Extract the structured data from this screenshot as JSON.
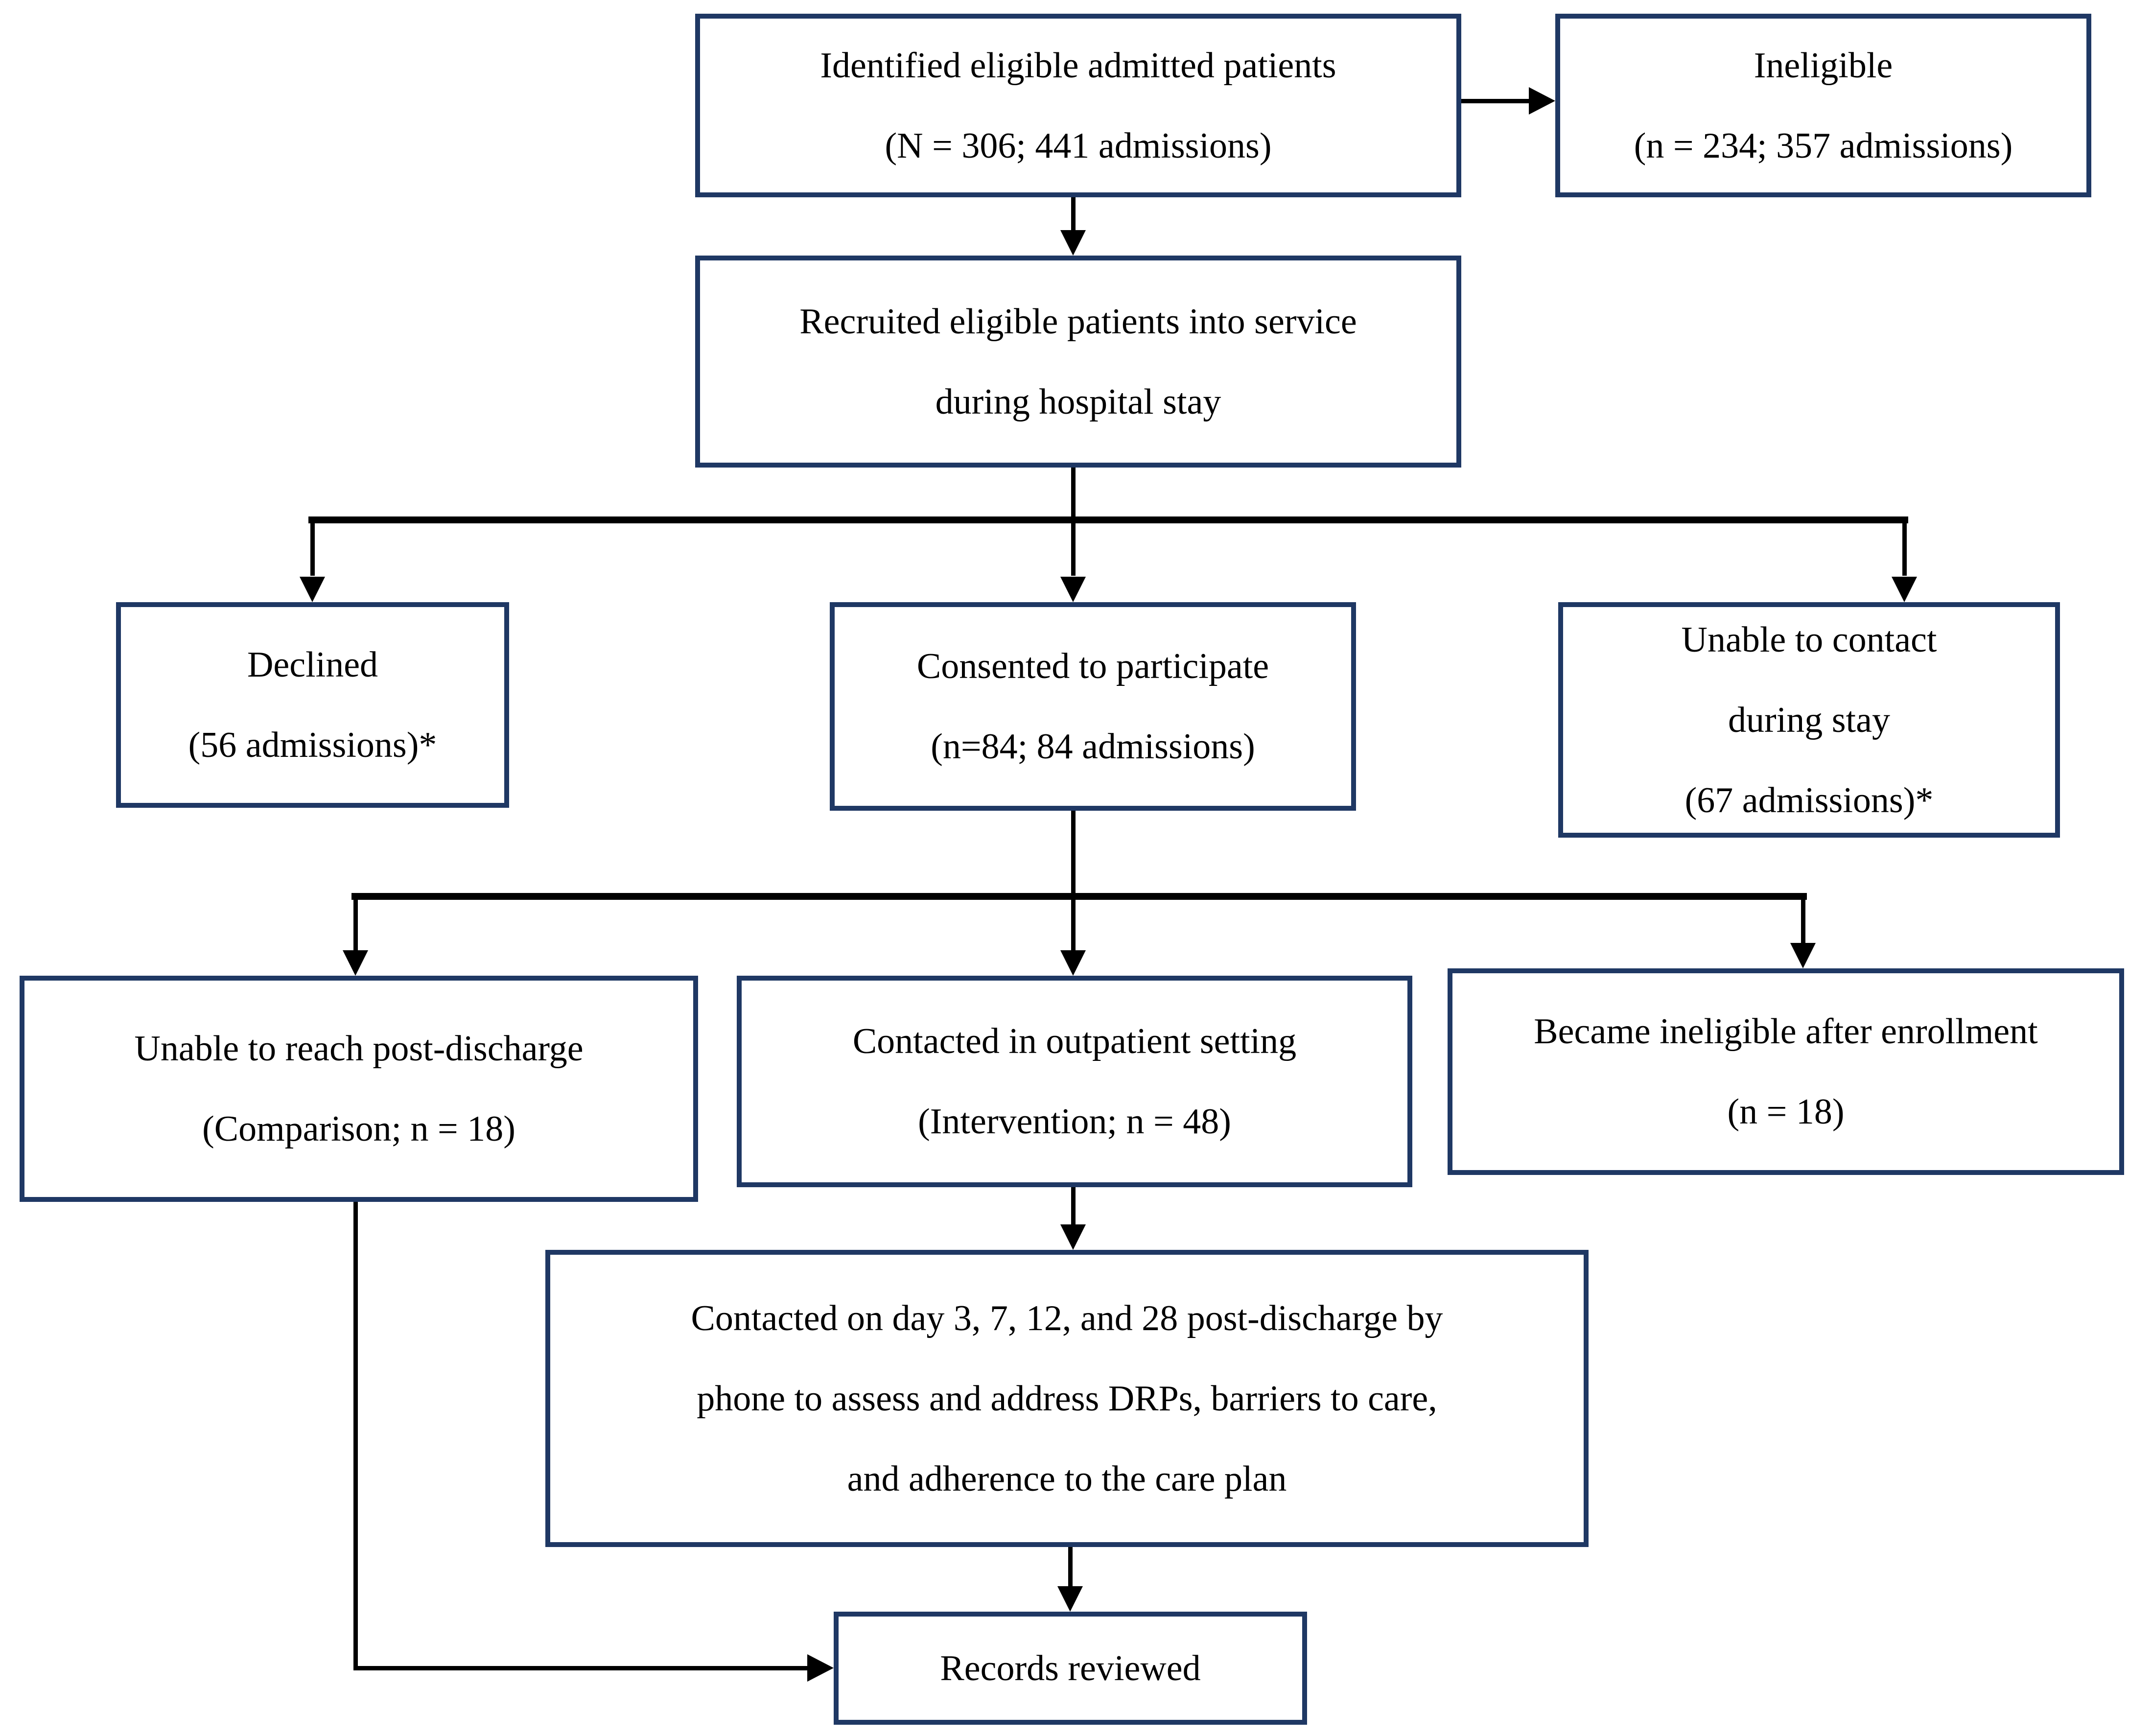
{
  "flowchart": {
    "colors": {
      "box_border": "#1f3864",
      "connector": "#000000",
      "background": "#ffffff",
      "text": "#000000"
    },
    "nodes": {
      "identified": {
        "lines": [
          "Identified eligible admitted patients",
          "(N = 306; 441 admissions)"
        ]
      },
      "ineligible": {
        "lines": [
          "Ineligible",
          "(n = 234; 357 admissions)"
        ]
      },
      "recruited": {
        "lines": [
          "Recruited eligible patients into service",
          "during hospital stay"
        ]
      },
      "declined": {
        "lines": [
          "Declined",
          "(56 admissions)*"
        ]
      },
      "consented": {
        "lines": [
          "Consented to participate",
          "(n=84; 84 admissions)"
        ]
      },
      "unable_contact": {
        "lines": [
          "Unable to contact",
          "during stay",
          "(67 admissions)*"
        ]
      },
      "unable_reach": {
        "lines": [
          "Unable to reach post-discharge",
          "(Comparison; n = 18)"
        ]
      },
      "outpatient": {
        "lines": [
          "Contacted in outpatient setting",
          "(Intervention; n = 48)"
        ]
      },
      "became_ineligible": {
        "lines": [
          "Became ineligible after enrollment",
          "(n = 18)"
        ]
      },
      "followup": {
        "lines": [
          "Contacted on day 3, 7, 12, and 28 post-discharge by",
          "phone to assess and address DRPs, barriers to care,",
          "and adherence to the care plan"
        ]
      },
      "records": {
        "lines": [
          "Records reviewed"
        ]
      }
    }
  }
}
